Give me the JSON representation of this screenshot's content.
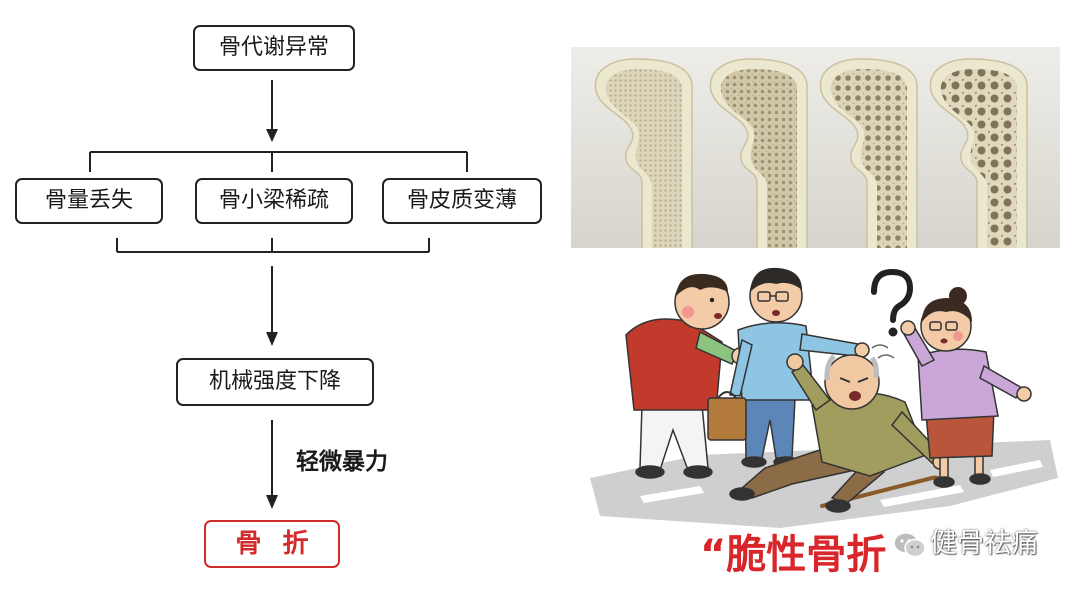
{
  "flowchart": {
    "root": "骨代谢异常",
    "causes": [
      "骨量丢失",
      "骨小梁稀疏",
      "骨皮质变薄"
    ],
    "effect": "机械强度下降",
    "trigger": "轻微暴力",
    "result": "骨 折"
  },
  "illustration": {
    "caption": "“脆性骨折",
    "watermark": "健骨祛痛"
  },
  "colors": {
    "border": "#222222",
    "result": "#d12b2b",
    "caption": "#d8262a"
  },
  "icons": {
    "watermark": "wechat-icon",
    "symbol": "question-mark-icon"
  }
}
